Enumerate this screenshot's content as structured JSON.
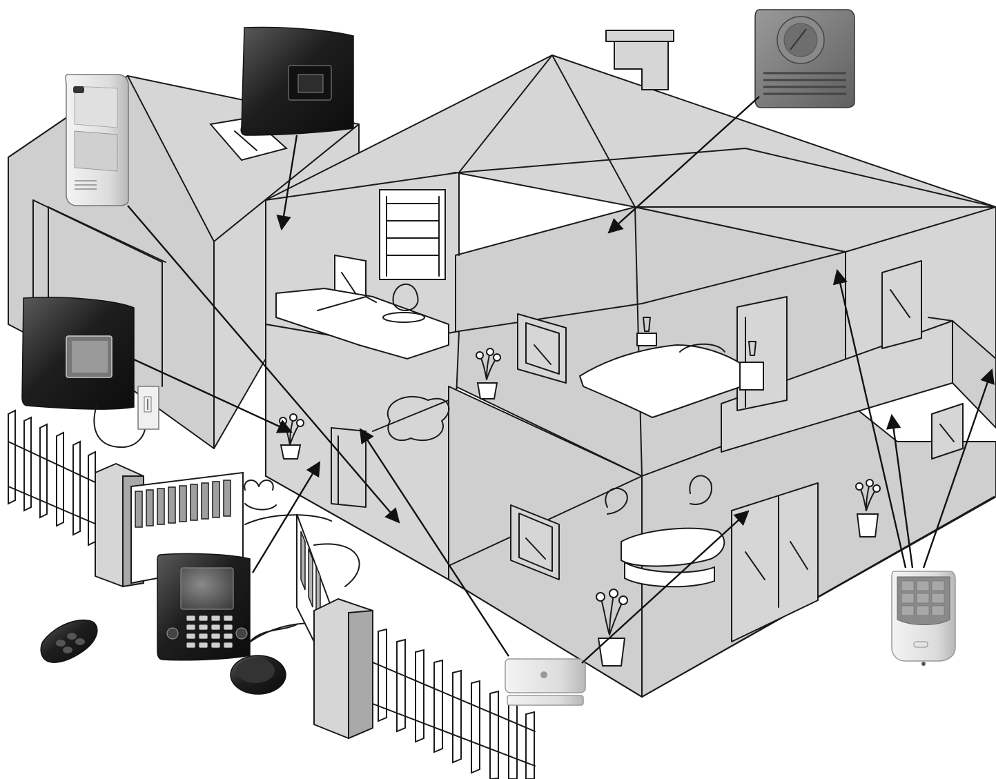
{
  "devices": [
    {
      "id": "outdoor-detector",
      "icon": "outdoor-motion-detector-icon",
      "brand_mark": "",
      "interactable": false
    },
    {
      "id": "indoor-detector-top",
      "icon": "wireless-motion-detector-icon",
      "brand_mark": "",
      "interactable": false
    },
    {
      "id": "siren",
      "icon": "outdoor-siren-icon",
      "brand_mark": "",
      "interactable": false
    },
    {
      "id": "control-unit",
      "icon": "alarm-control-unit-icon",
      "brand_mark": "",
      "interactable": false
    },
    {
      "id": "keypad",
      "icon": "touchscreen-keypad-icon",
      "brand_mark": "",
      "interactable": false
    },
    {
      "id": "remote",
      "icon": "key-fob-remote-icon",
      "brand_mark": "",
      "interactable": false
    },
    {
      "id": "badge",
      "icon": "round-badge-reader-icon",
      "brand_mark": "",
      "interactable": false
    },
    {
      "id": "door-contact",
      "icon": "door-window-contact-icon",
      "brand_mark": "",
      "interactable": false
    },
    {
      "id": "pir-detector",
      "icon": "pir-motion-detector-icon",
      "brand_mark": "",
      "interactable": false
    },
    {
      "id": "telephone-socket",
      "icon": "phone-socket-icon",
      "brand_mark": "",
      "interactable": false
    }
  ],
  "colors": {
    "walls": "#d6d6d6",
    "device_dark": "#2a2a2a",
    "device_light": "#e9e9e9",
    "lines": "#1a1a1a"
  }
}
